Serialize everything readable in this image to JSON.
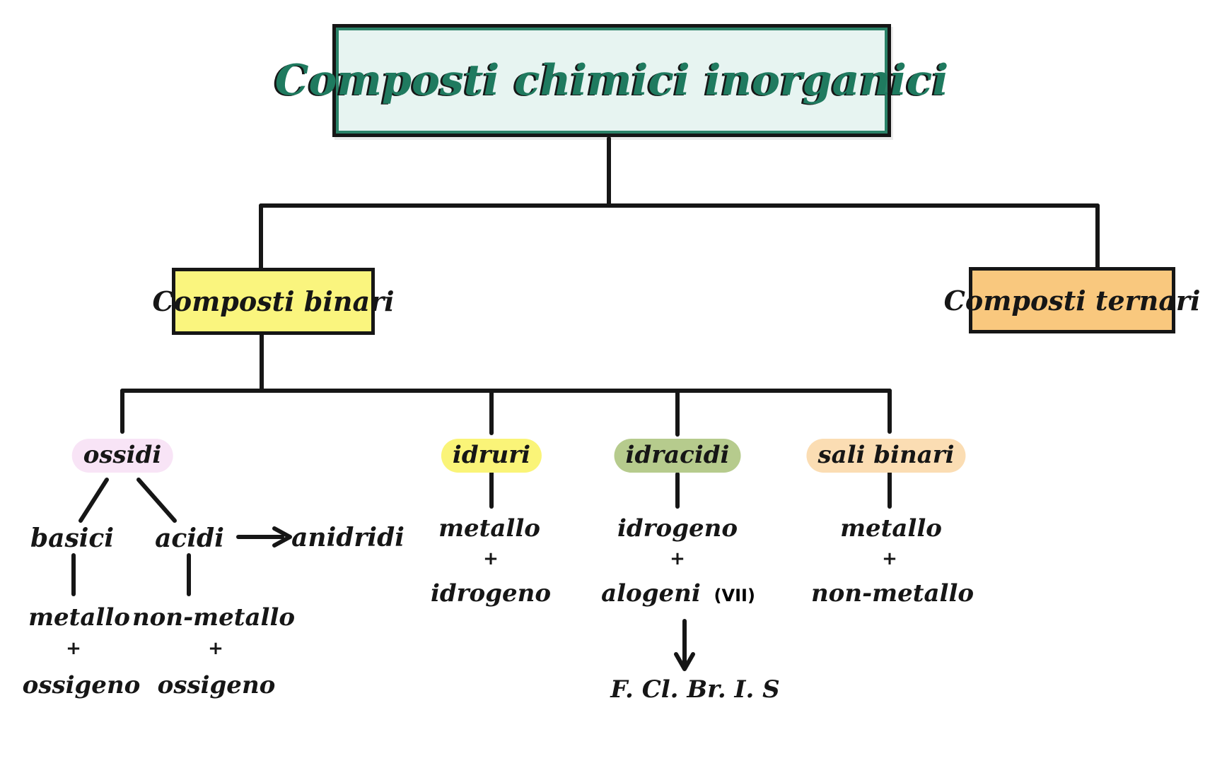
{
  "root": {
    "label": "Composti chimici inorganici"
  },
  "level1": {
    "binari": "Composti binari",
    "ternari": "Composti ternari"
  },
  "ossidi": {
    "label": "ossidi",
    "subtypes": {
      "basici": "basici",
      "acidi": "acidi",
      "anidridi": "anidridi"
    },
    "basici_formula": {
      "a": "metallo",
      "plus": "+",
      "b": "ossigeno"
    },
    "acidi_formula": {
      "a": "non-metallo",
      "plus": "+",
      "b": "ossigeno"
    }
  },
  "idruri": {
    "label": "idruri",
    "formula": {
      "a": "metallo",
      "plus": "+",
      "b": "idrogeno"
    }
  },
  "idracidi": {
    "label": "idracidi",
    "formula": {
      "a": "idrogeno",
      "plus": "+",
      "b": "alogeni",
      "b_note": "(VII)"
    },
    "examples": "F. Cl. Br. I. S"
  },
  "sali_binari": {
    "label": "sali binari",
    "formula": {
      "a": "metallo",
      "plus": "+",
      "b": "non-metallo"
    }
  },
  "colors": {
    "title_fill": "#e7f4f1",
    "title_text": "#1f7a5f",
    "title_inner_border": "#2b8268",
    "binari_fill": "#faf57e",
    "ternari_fill": "#f9c87e",
    "ossidi_highlight": "#f8e4f6",
    "idruri_highlight": "#faf478",
    "idracidi_highlight": "#b6cb8d",
    "sali_binari_highlight": "#fbddb3",
    "line": "#161616",
    "text": "#161616"
  }
}
